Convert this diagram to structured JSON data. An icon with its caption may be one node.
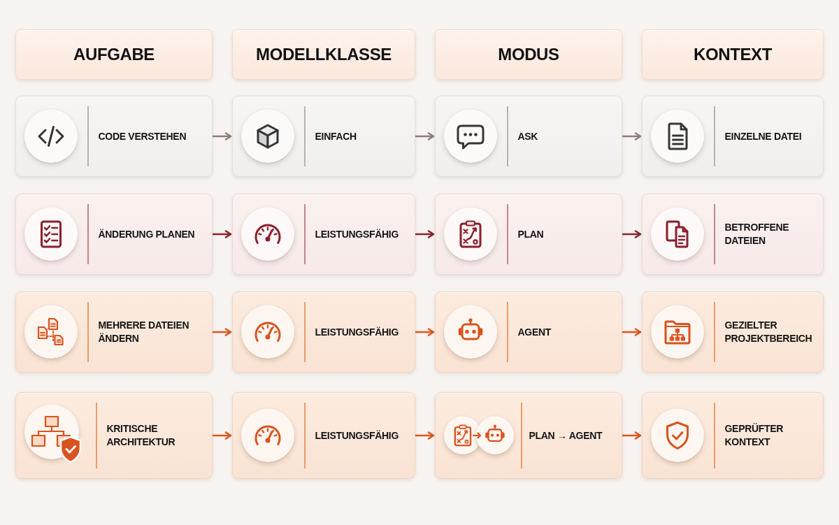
{
  "diagram": {
    "nodes": [
      {
        "text": [
          "AUFGABE"
        ]
      },
      {
        "text": [
          "MODELLKLASSE"
        ]
      },
      {
        "text": [
          "MODUS"
        ]
      },
      {
        "text": [
          "KONTEXT"
        ]
      },
      {
        "text": [
          "CODE VERSTEHEN"
        ]
      },
      {
        "text": [
          "EINFACH"
        ]
      },
      {
        "text": [
          "ASK"
        ]
      },
      {
        "text": [
          "EINZELNE DATEI"
        ]
      },
      {
        "text": [
          "ÄNDERUNG PLANEN"
        ]
      },
      {
        "text": [
          "LEISTUNGSFÄHIG"
        ]
      },
      {
        "text": [
          "PLAN"
        ]
      },
      {
        "text": [
          "BETROFFENE DATEIEN"
        ]
      },
      {
        "text": [
          "MEHRERE DATEIEN ÄNDERN"
        ]
      },
      {
        "text": [
          "LEISTUNGSFÄHIG"
        ]
      },
      {
        "text": [
          "AGENT"
        ]
      },
      {
        "text": [
          "GEZIELTER PROJEKTBEREICH"
        ]
      },
      {
        "text": [
          "KRITISCHE ARCHITEKTUR"
        ]
      },
      {
        "text": [
          "LEISTUNGSFÄHIG"
        ]
      },
      {
        "text": [
          "PLAN → AGENT"
        ]
      },
      {
        "text": [
          "GEPRÜFTER KONTEXT"
        ]
      }
    ],
    "edges": [
      {
        "from": 4,
        "to": 5,
        "arrow": "to",
        "color": "#8a817c"
      },
      {
        "from": 5,
        "to": 6,
        "arrow": "to",
        "color": "#8a817c"
      },
      {
        "from": 6,
        "to": 7,
        "arrow": "to",
        "color": "#8a817c"
      },
      {
        "from": 8,
        "to": 9,
        "arrow": "to",
        "color": "#8b2330"
      },
      {
        "from": 9,
        "to": 10,
        "arrow": "to",
        "color": "#8b2330"
      },
      {
        "from": 10,
        "to": 11,
        "arrow": "to",
        "color": "#8b2330"
      },
      {
        "from": 12,
        "to": 13,
        "arrow": "to"
      },
      {
        "from": 13,
        "to": 14,
        "arrow": "to"
      },
      {
        "from": 14,
        "to": 15,
        "arrow": "to"
      },
      {
        "from": 16,
        "to": 17,
        "arrow": "to"
      },
      {
        "from": 17,
        "to": 18,
        "arrow": "to"
      },
      {
        "from": 18,
        "to": 19,
        "arrow": "to"
      }
    ]
  }
}
